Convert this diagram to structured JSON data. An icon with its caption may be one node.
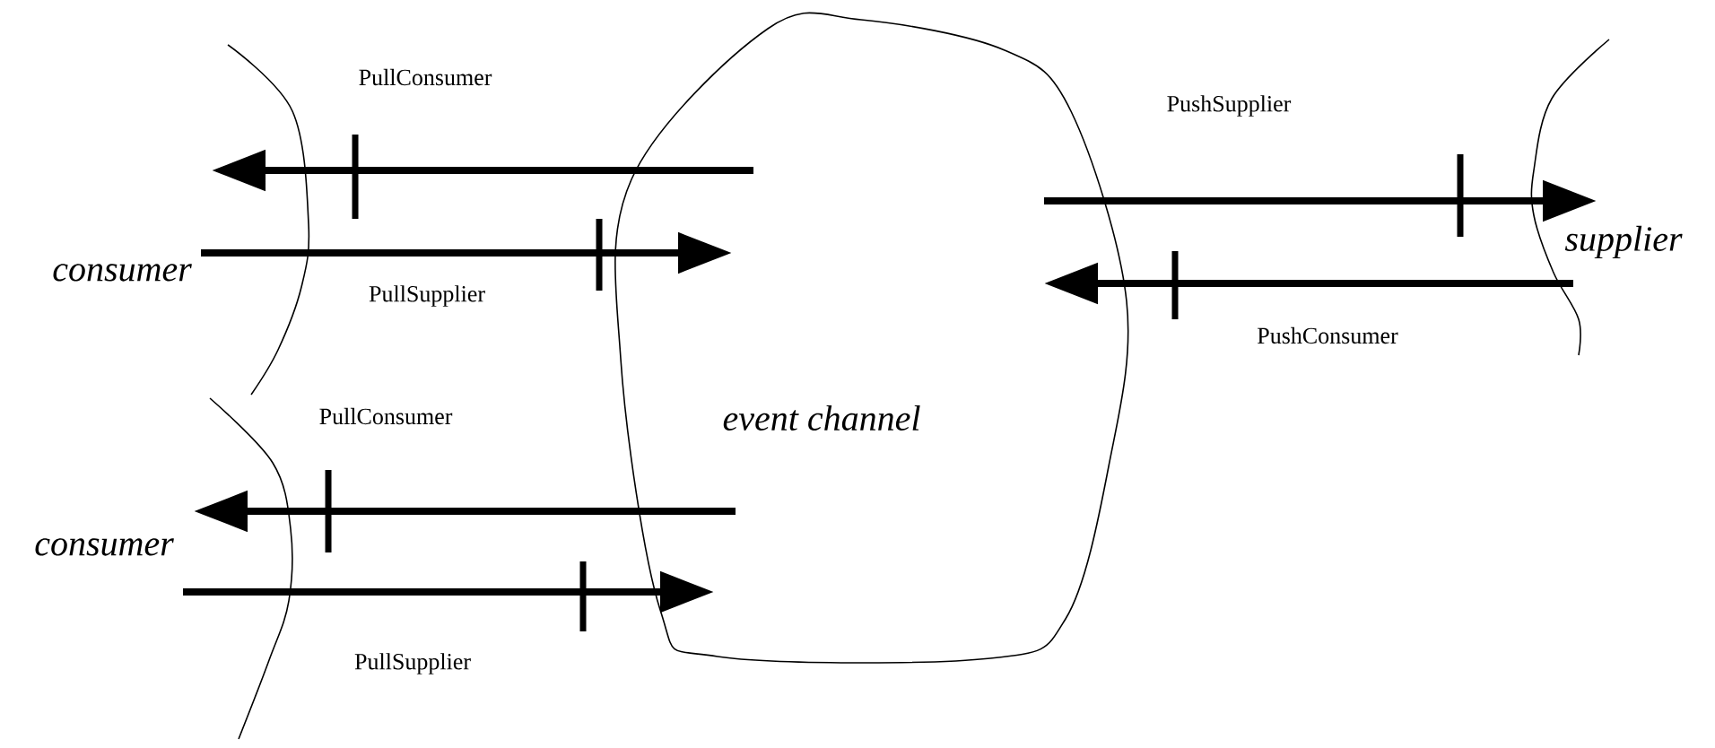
{
  "diagram": {
    "nodes": [
      {
        "text": [
          "event channel"
        ]
      },
      {
        "text": [
          "consumer"
        ]
      },
      {
        "text": [
          "consumer"
        ]
      },
      {
        "text": [
          "supplier"
        ]
      }
    ],
    "edges": [
      {
        "from": 0,
        "to": 1,
        "arrow": "to",
        "label": "PullConsumer"
      },
      {
        "from": 1,
        "to": 0,
        "arrow": "to",
        "label": "PullSupplier"
      },
      {
        "from": 0,
        "to": 2,
        "arrow": "to",
        "label": "PullConsumer"
      },
      {
        "from": 2,
        "to": 0,
        "arrow": "to",
        "label": "PullSupplier"
      },
      {
        "from": 0,
        "to": 3,
        "arrow": "to",
        "label": "PushSupplier"
      },
      {
        "from": 3,
        "to": 0,
        "arrow": "to",
        "label": "PushConsumer"
      }
    ]
  }
}
